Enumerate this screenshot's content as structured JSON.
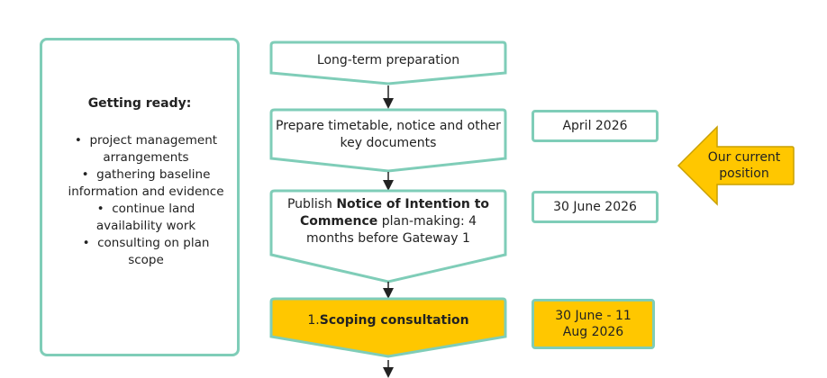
{
  "side_panel": {
    "title": "Getting ready:",
    "items": [
      "project management arrangements",
      "gathering baseline information and evidence",
      "continue land availability work",
      "consulting on plan scope"
    ]
  },
  "steps": [
    {
      "text": "Long-term preparation"
    },
    {
      "text": "Prepare timetable, notice and other key documents"
    },
    {
      "text_pre": "Publish ",
      "text_bold": "Notice of Intention to Commence",
      "text_post": " plan-making: 4 months before Gateway 1"
    },
    {
      "text_pre": "1. ",
      "text_bold": "Scoping consultation"
    }
  ],
  "dates": [
    {
      "text": "April 2026"
    },
    {
      "text": "30 June 2026"
    },
    {
      "text": "30 June - 11 Aug 2026"
    }
  ],
  "current_position": {
    "label": "Our current position"
  },
  "colors": {
    "outline": "#7fcdb8",
    "highlight": "#ffc700",
    "arrow_fill": "#ffc700",
    "arrow_stroke": "#c9a000"
  }
}
